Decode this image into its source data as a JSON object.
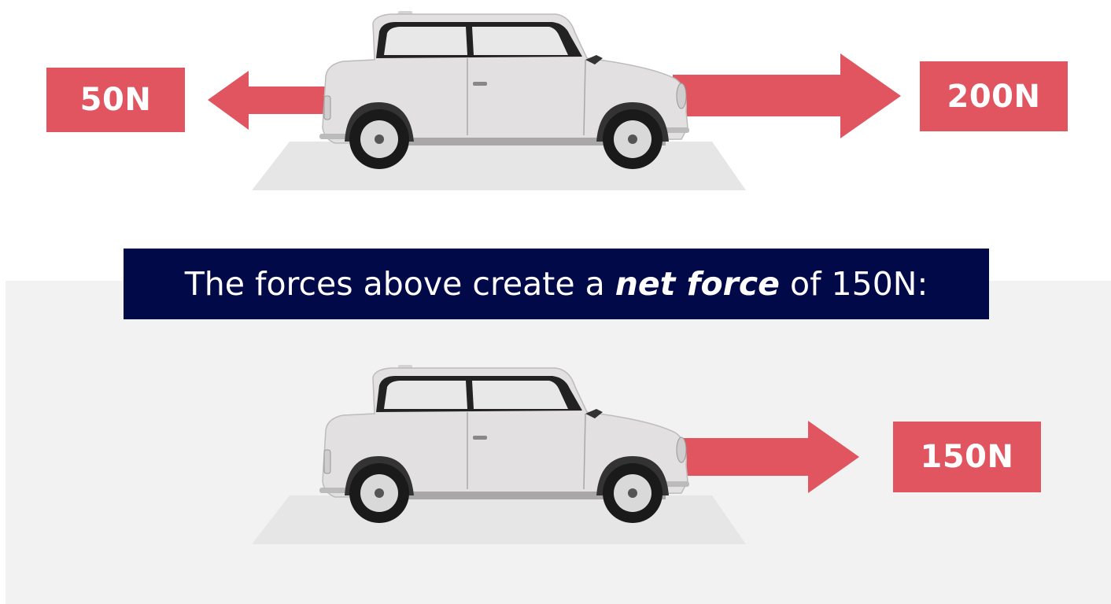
{
  "forces": {
    "left_force_label": "50N",
    "right_force_label": "200N",
    "net_force_label": "150N"
  },
  "caption": {
    "prefix": "The forces above create a ",
    "emphasis": "net force",
    "suffix": " of 150N:"
  },
  "colors": {
    "force_red": "#e05560",
    "caption_navy": "#020948",
    "panel_gray": "#f2f2f2",
    "platform_gray": "#e6e6e6",
    "car_body": "#e2e0e0"
  },
  "icons": {
    "car": "car-icon",
    "arrow": "arrow-icon"
  }
}
